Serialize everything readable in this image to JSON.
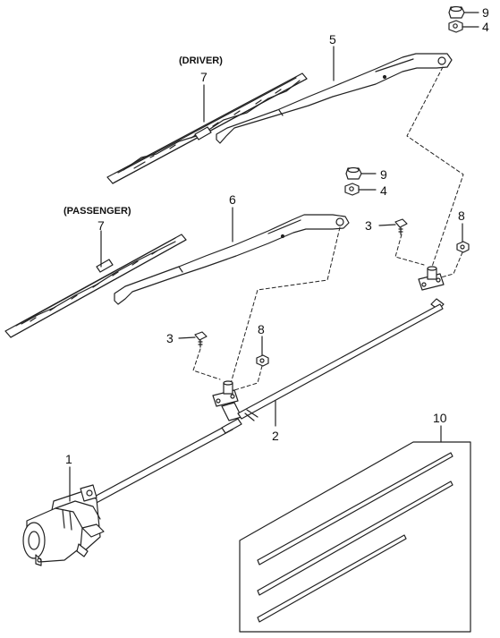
{
  "captions": {
    "driver": "(DRIVER)",
    "passenger": "(PASSENGER)"
  },
  "callouts": {
    "cap_driver_top": "9",
    "nut_driver_top": "4",
    "arm_driver": "5",
    "blade_driver": "7",
    "cap_pass": "9",
    "nut_pass": "4",
    "arm_pass": "6",
    "blade_pass": "7",
    "bolt_right": "3",
    "nut_right": "8",
    "bolt_left": "3",
    "nut_left": "8",
    "link_rod": "2",
    "motor": "1",
    "refill_kit": "10"
  }
}
